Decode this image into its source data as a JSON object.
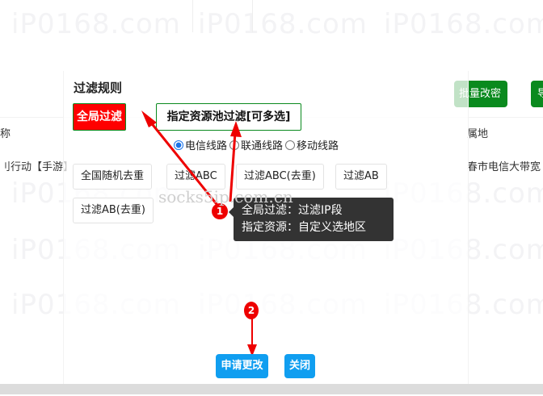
{
  "watermark": "iP0168.com",
  "watermark_center": "socks5ip.com.cn",
  "background": {
    "col_name": "称",
    "row_name": "刂行动【手游】",
    "col_location": "属地",
    "row_location": "春市电信大带宽",
    "batch_button": "批量改密",
    "other_button": "导"
  },
  "modal": {
    "title": "过滤规则",
    "global_filter": "全局过滤",
    "pool_filter": "指定资源池过滤[可多选]",
    "lines": [
      {
        "label": "电信线路",
        "checked": true
      },
      {
        "label": "联通线路",
        "checked": false
      },
      {
        "label": "移动线路",
        "checked": false
      }
    ],
    "options": [
      "全国随机去重",
      "过滤ABC",
      "过滤ABC(去重)",
      "过滤AB",
      "过滤AB(去重)"
    ],
    "submit": "申请更改",
    "close": "关闭"
  },
  "annotation": {
    "badge1": "1",
    "badge2": "2",
    "tip_line1": "全局过滤：过滤IP段",
    "tip_line2": "指定资源：自定义选地区",
    "color": "#ee0000"
  },
  "colors": {
    "green": "#0a8a1e",
    "red": "#ff0000",
    "blue": "#109ef0"
  }
}
